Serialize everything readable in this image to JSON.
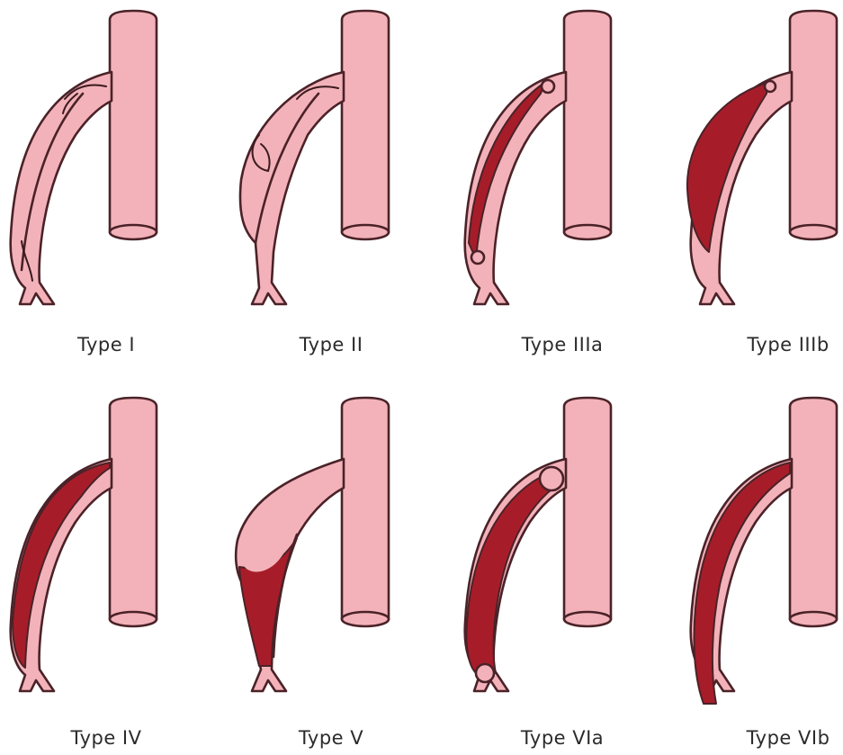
{
  "colors": {
    "vessel": "#f3b2b9",
    "thrombus": "#a61d29",
    "outline": "#4a2228"
  },
  "panels": [
    {
      "label": "Type I"
    },
    {
      "label": "Type II"
    },
    {
      "label": "Type IIIa"
    },
    {
      "label": "Type IIIb"
    },
    {
      "label": "Type IV"
    },
    {
      "label": "Type V"
    },
    {
      "label": "Type VIa"
    },
    {
      "label": "Type VIb"
    }
  ]
}
